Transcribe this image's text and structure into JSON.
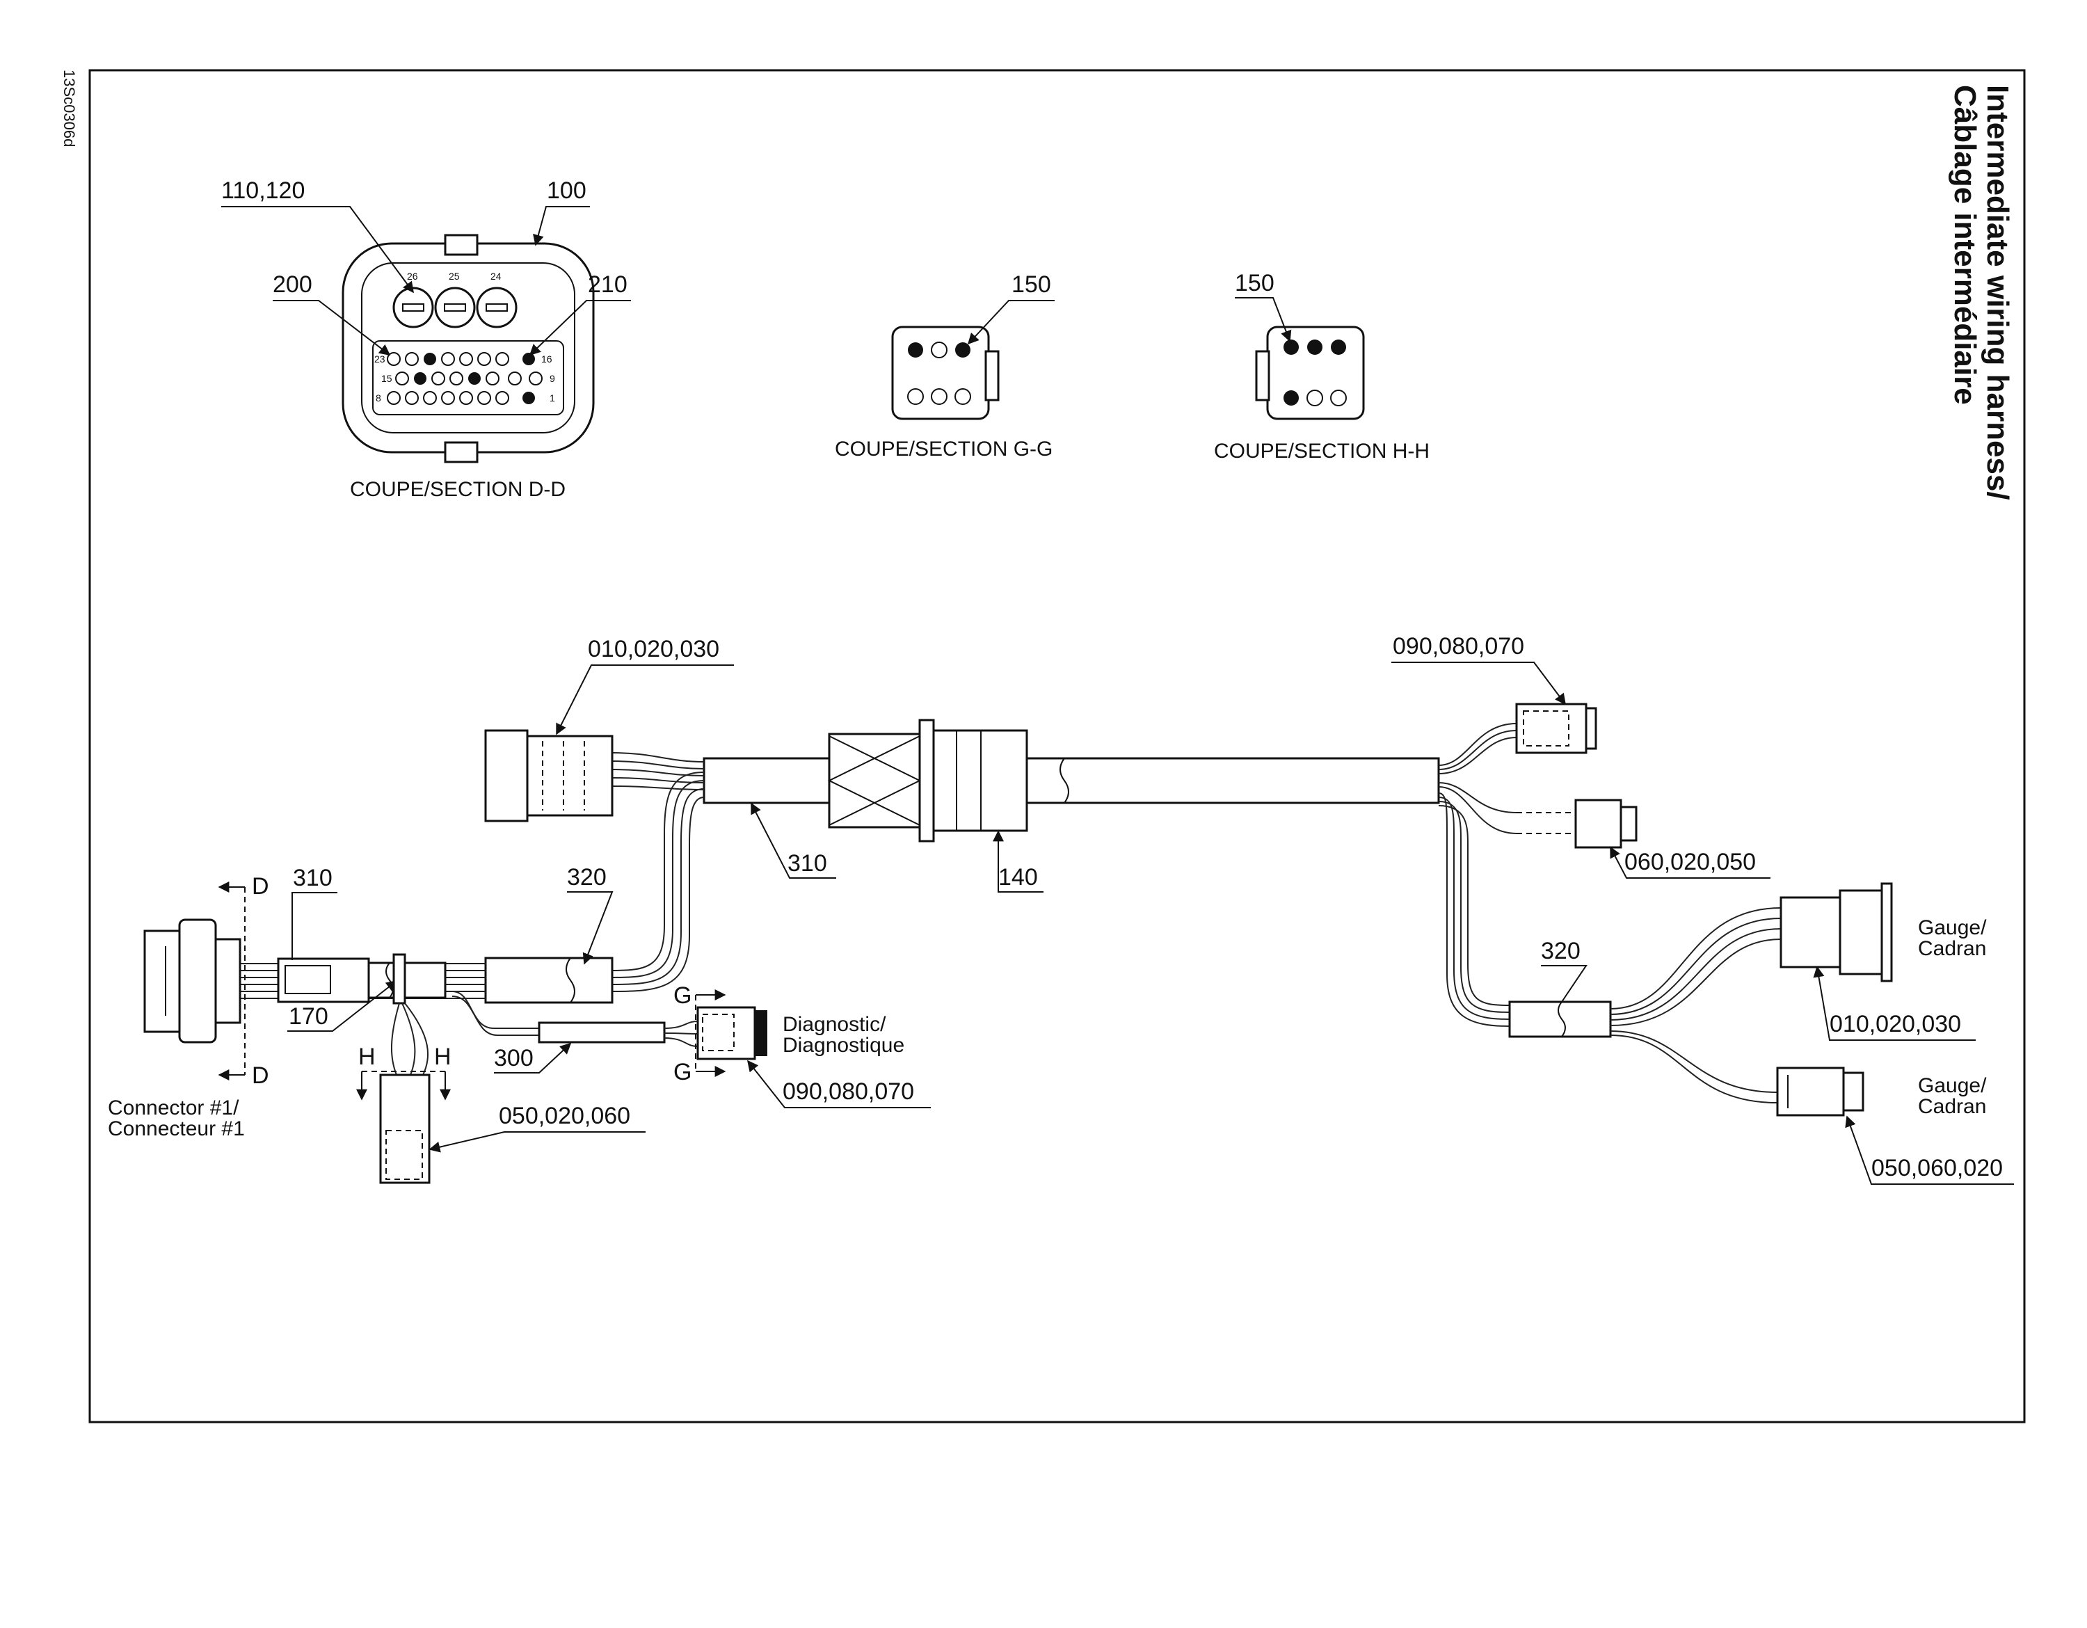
{
  "drawing_ref": "13Sc0306d",
  "title": {
    "line1": "Intermediate wiring harness/",
    "line2": "Câblage intermédiaire"
  },
  "sections": {
    "d": {
      "caption": "COUPE/SECTION D-D",
      "callout_110_120": "110,120",
      "callout_100": "100",
      "callout_200": "200",
      "callout_210": "210",
      "pin_26": "26",
      "pin_25": "25",
      "pin_24": "24",
      "pin_23": "23",
      "pin_16": "16",
      "pin_15": "15",
      "pin_9": "9",
      "pin_8": "8",
      "pin_1": "1"
    },
    "g": {
      "caption": "COUPE/SECTION G-G",
      "callout": "150"
    },
    "h": {
      "caption": "COUPE/SECTION H-H",
      "callout": "150"
    }
  },
  "harness": {
    "conn_left_top": "010,020,030",
    "conn_right_top": "090,080,070",
    "conn_right_mid": "060,020,050",
    "conn_gauge1": "010,020,030",
    "conn_gauge2": "050,060,020",
    "conn_diag": "090,080,070",
    "conn_bottom": "050,020,060",
    "ref_310_left": "310",
    "ref_310_main": "310",
    "ref_320_left": "320",
    "ref_320_right": "320",
    "ref_140": "140",
    "ref_170": "170",
    "ref_300": "300",
    "gauge1_label_en": "Gauge/",
    "gauge1_label_fr": "Cadran",
    "gauge2_label_en": "Gauge/",
    "gauge2_label_fr": "Cadran",
    "diag_label_en": "Diagnostic/",
    "diag_label_fr": "Diagnostique",
    "connector1_en": "Connector #1/",
    "connector1_fr": "Connecteur #1",
    "section_d_top": "D",
    "section_d_bottom": "D",
    "section_g_top": "G",
    "section_g_bottom": "G",
    "section_h_left": "H",
    "section_h_right": "H"
  }
}
